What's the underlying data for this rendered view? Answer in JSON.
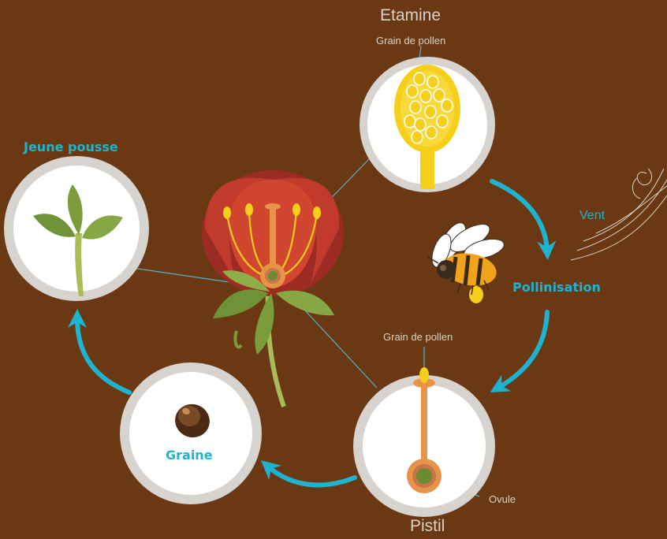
{
  "labels": {
    "etamine": "Etamine",
    "grain_pollen_top": "Grain de pollen",
    "jeune_pousse": "Jeune pousse",
    "vent": "Vent",
    "pollinisation": "Pollinisation",
    "grain_pollen_bottom": "Grain de pollen",
    "graine": "Graine",
    "ovule": "Ovule",
    "pistil": "Pistil"
  },
  "colors": {
    "background": "#6b3814",
    "accent_cyan": "#1eb4cf",
    "label_gray": "#d7d2c7",
    "petal_red": "#d2452e",
    "pollen_yellow": "#f5cf1a",
    "pistil_orange": "#e89448",
    "leaf_green": "#7a9c3a"
  },
  "icons": [
    "pollen-anther-icon",
    "bee-icon",
    "seed-icon",
    "sprout-icon",
    "flower-icon",
    "wind-icon",
    "pistil-icon"
  ]
}
